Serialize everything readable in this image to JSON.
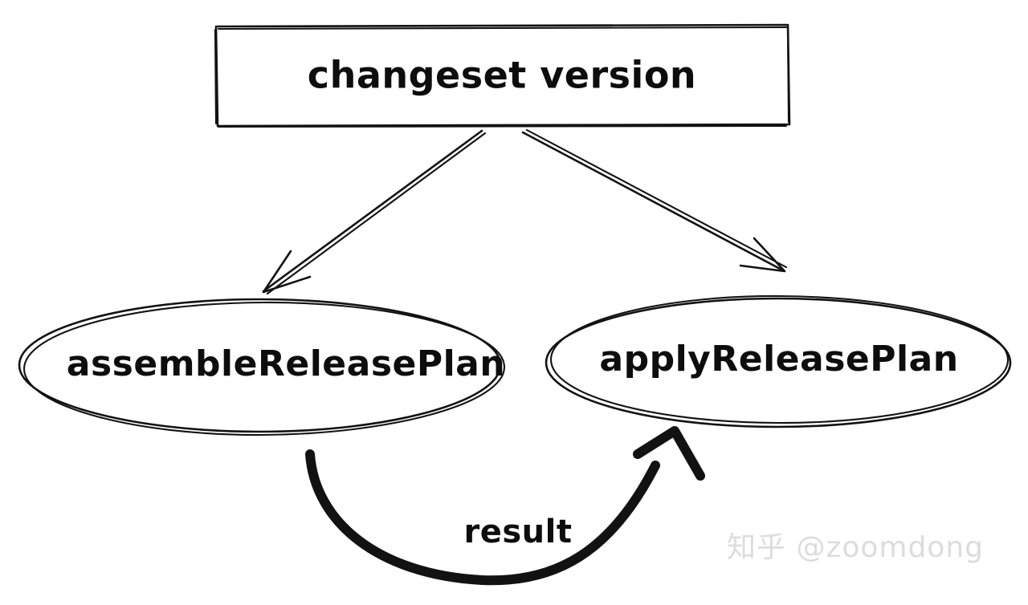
{
  "diagram": {
    "type": "flowchart",
    "style": "hand-drawn-sketch",
    "background_color": "#ffffff",
    "stroke_color": "#121212",
    "nodes": [
      {
        "id": "changeset-version",
        "shape": "rectangle",
        "label": "changeset version"
      },
      {
        "id": "assemble-release-plan",
        "shape": "ellipse",
        "label": "assembleReleasePlan"
      },
      {
        "id": "apply-release-plan",
        "shape": "ellipse",
        "label": "applyReleasePlan"
      }
    ],
    "edges": [
      {
        "id": "changeset-to-assemble",
        "from": "changeset-version",
        "to": "assemble-release-plan",
        "label": "",
        "weight": "thin",
        "arrow": "single"
      },
      {
        "id": "changeset-to-apply",
        "from": "changeset-version",
        "to": "apply-release-plan",
        "label": "",
        "weight": "thin",
        "arrow": "single"
      },
      {
        "id": "assemble-to-apply",
        "from": "assemble-release-plan",
        "to": "apply-release-plan",
        "label": "result",
        "weight": "thick",
        "arrow": "single"
      }
    ]
  },
  "watermark": {
    "text": "知乎 @zoomdong",
    "color": "#dcdcdc"
  }
}
